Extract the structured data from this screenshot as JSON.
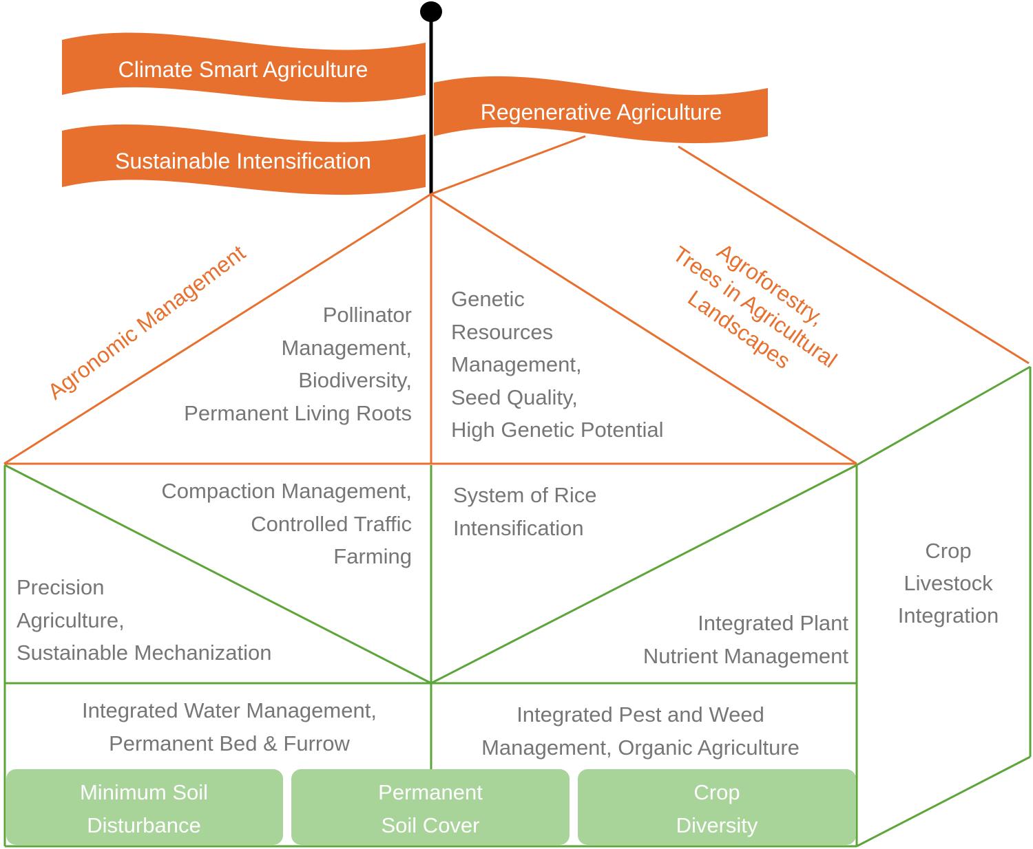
{
  "flags": {
    "climate_smart": "Climate Smart Agriculture",
    "sustainable_intensification": "Sustainable Intensification",
    "regenerative": "Regenerative Agriculture"
  },
  "roof": {
    "left_label": "Agronomic Management",
    "right_label": [
      "Agroforestry,",
      "Trees in Agricultural",
      "Landscapes"
    ],
    "left_text": [
      "Pollinator",
      "Management,",
      "Biodiversity,",
      "Permanent Living Roots"
    ],
    "right_text": [
      "Genetic",
      "Resources",
      "Management,",
      "Seed Quality,",
      "High Genetic Potential"
    ]
  },
  "middle": {
    "top_left": [
      "Compaction Management,",
      "Controlled Traffic",
      "Farming"
    ],
    "top_right": [
      "System of Rice",
      "Intensification"
    ],
    "bottom_left": [
      "Precision",
      "Agriculture,",
      "Sustainable Mechanization"
    ],
    "bottom_right": [
      "Integrated Plant",
      "Nutrient Management"
    ]
  },
  "lower": {
    "left": [
      "Integrated Water Management,",
      "Permanent Bed & Furrow"
    ],
    "right": [
      "Integrated Pest and Weed",
      "Management, Organic Agriculture"
    ]
  },
  "side": [
    "Crop",
    "Livestock",
    "Integration"
  ],
  "pillars": [
    [
      "Minimum Soil",
      "Disturbance"
    ],
    [
      "Permanent",
      "Soil Cover"
    ],
    [
      "Crop",
      "Diversity"
    ]
  ],
  "colors": {
    "orange": "#E8702F",
    "green_line": "#5DA53A",
    "green_fill": "#A8D49A",
    "gray_text": "#767676",
    "pole": "#000000"
  }
}
